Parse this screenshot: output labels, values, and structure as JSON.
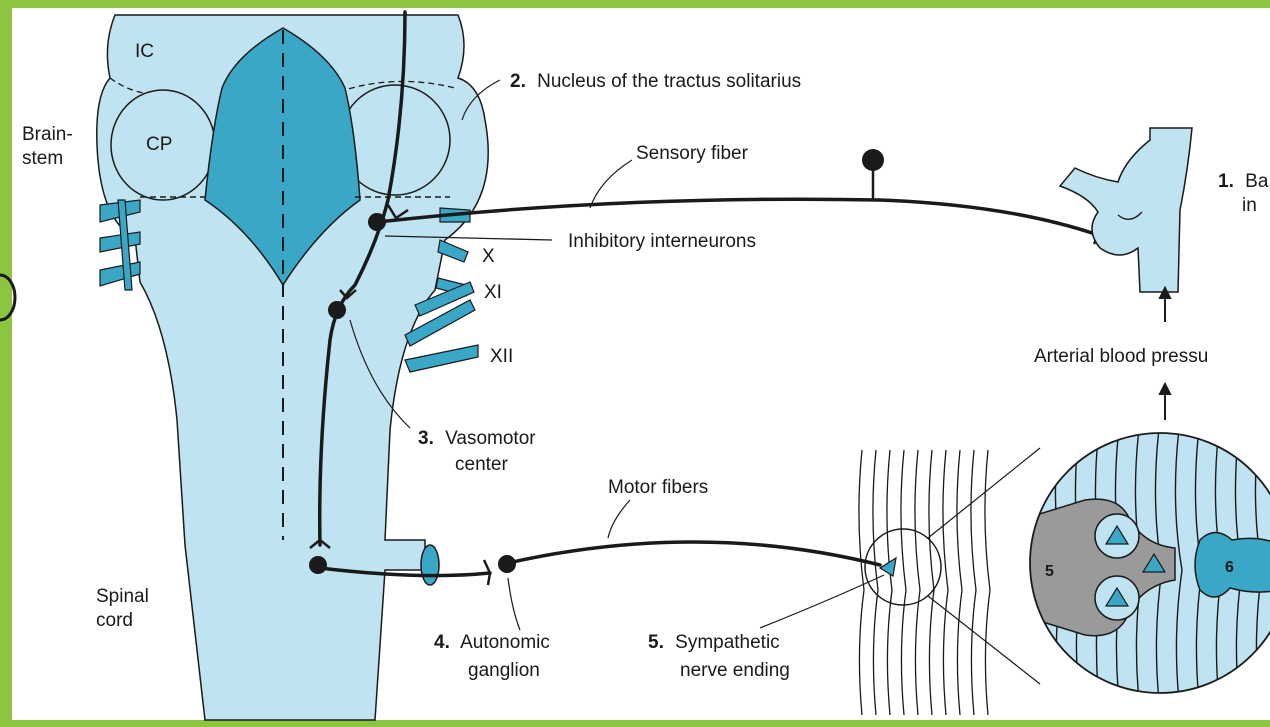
{
  "colors": {
    "slide_background": "#8cc63f",
    "panel_background": "#ffffff",
    "tissue_light": "#bfe3f0",
    "tissue_dark": "#3aa7c6",
    "gray_matter": "#9a9a9a",
    "ink": "#1a1a1a"
  },
  "labels": {
    "ic": "IC",
    "cp": "CP",
    "brainstem": "Brain-\nstem",
    "spinal_cord": "Spinal\ncord",
    "nerve_x": "X",
    "nerve_xi": "XI",
    "nerve_xii": "XII",
    "sensory_fiber": "Sensory fiber",
    "inhibitory_interneurons": "Inhibitory interneurons",
    "motor_fibers": "Motor fibers",
    "arterial_blood_pressure": "Arterial blood pressu",
    "inset_5": "5",
    "inset_6": "6"
  },
  "numbered": {
    "n1": {
      "num": "1.",
      "text": "Ba",
      "text2": "in"
    },
    "n2": {
      "num": "2.",
      "text": "Nucleus of the tractus solitarius"
    },
    "n3": {
      "num": "3.",
      "text": "Vasomotor",
      "text2": "center"
    },
    "n4": {
      "num": "4.",
      "text": "Autonomic",
      "text2": "ganglion"
    },
    "n5": {
      "num": "5.",
      "text": "Sympathetic",
      "text2": "nerve ending"
    }
  }
}
